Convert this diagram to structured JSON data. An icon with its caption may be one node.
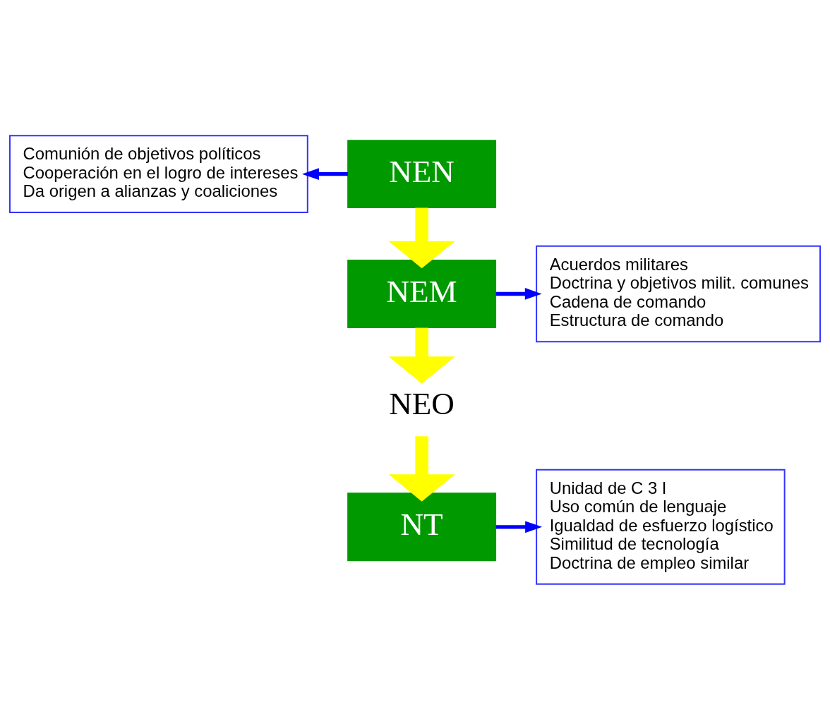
{
  "diagram": {
    "nodes": [
      {
        "text": [
          "Comunión de objetivos políticos",
          "Cooperación en el logro de intereses",
          "Da origen a alianzas y coaliciones"
        ]
      },
      {
        "text": [
          "NEN"
        ]
      },
      {
        "text": [
          "Acuerdos militares",
          "Doctrina y objetivos milit. comunes",
          "Cadena de comando",
          "Estructura de comando"
        ]
      },
      {
        "text": [
          "NEM"
        ]
      },
      {
        "text": [
          "NEO"
        ]
      },
      {
        "text": [
          "Unidad de C 3 I",
          "Uso común de lenguaje",
          "Igualdad de esfuerzo logístico",
          "Similitud de tecnología",
          "Doctrina de empleo similar"
        ]
      },
      {
        "text": [
          "NT"
        ]
      }
    ],
    "edges": [
      {
        "from": 1,
        "to": 0,
        "arrow": "to",
        "color": "#0000ff"
      },
      {
        "from": 1,
        "to": 3,
        "arrow": "to",
        "style": "thick",
        "color": "#ffff00"
      },
      {
        "from": 3,
        "to": 2,
        "arrow": "to",
        "color": "#0000ff"
      },
      {
        "from": 3,
        "to": 4,
        "arrow": "to",
        "style": "thick",
        "color": "#ffff00"
      },
      {
        "from": 4,
        "to": 6,
        "arrow": "to",
        "style": "thick",
        "color": "#ffff00"
      },
      {
        "from": 6,
        "to": 5,
        "arrow": "to",
        "color": "#0000ff"
      }
    ]
  }
}
